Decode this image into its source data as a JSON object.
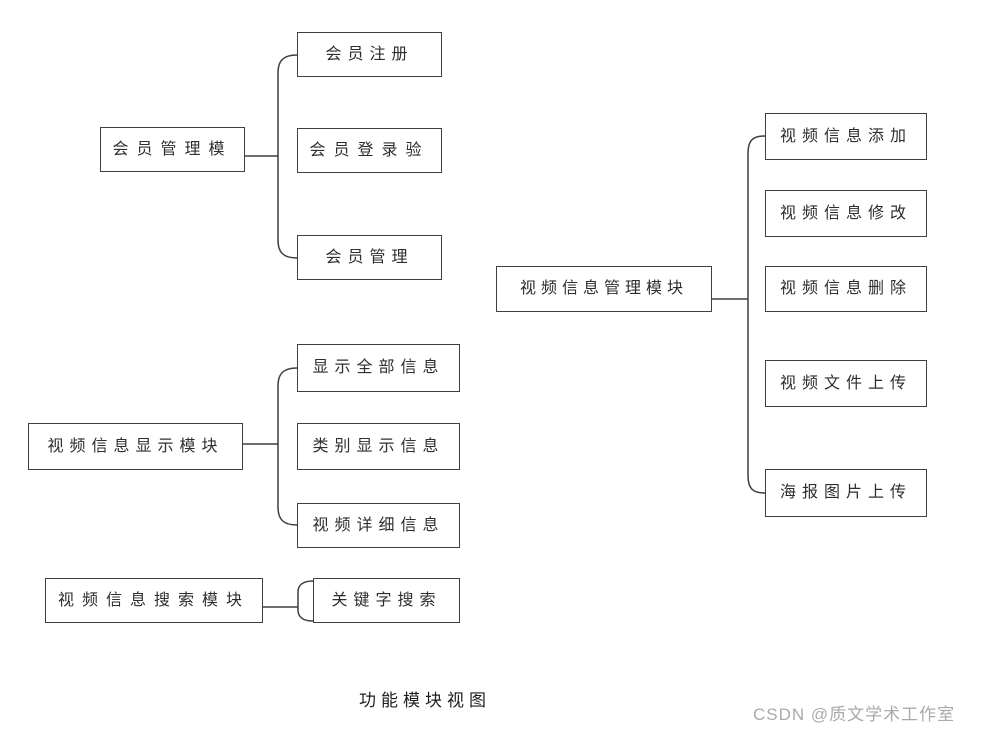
{
  "caption": "功能模块视图",
  "watermark": "CSDN @质文学术工作室",
  "colors": {
    "line": "#3f3f3f",
    "text": "#2e2e2e",
    "background": "#ffffff",
    "watermark": "#a8abae"
  },
  "groups": [
    {
      "name": "member-management",
      "parent": "会员管理模",
      "children": [
        "会员注册",
        "会员登录验",
        "会员管理"
      ]
    },
    {
      "name": "video-info-display",
      "parent": "视频信息显示模块",
      "children": [
        "显示全部信息",
        "类别显示信息",
        "视频详细信息"
      ]
    },
    {
      "name": "video-info-search",
      "parent": "视频信息搜索模块",
      "children": [
        "关键字搜索"
      ]
    },
    {
      "name": "video-info-management",
      "parent": "视频信息管理模块",
      "children": [
        "视频信息添加",
        "视频信息修改",
        "视频信息删除",
        "视频文件上传",
        "海报图片上传"
      ]
    }
  ]
}
